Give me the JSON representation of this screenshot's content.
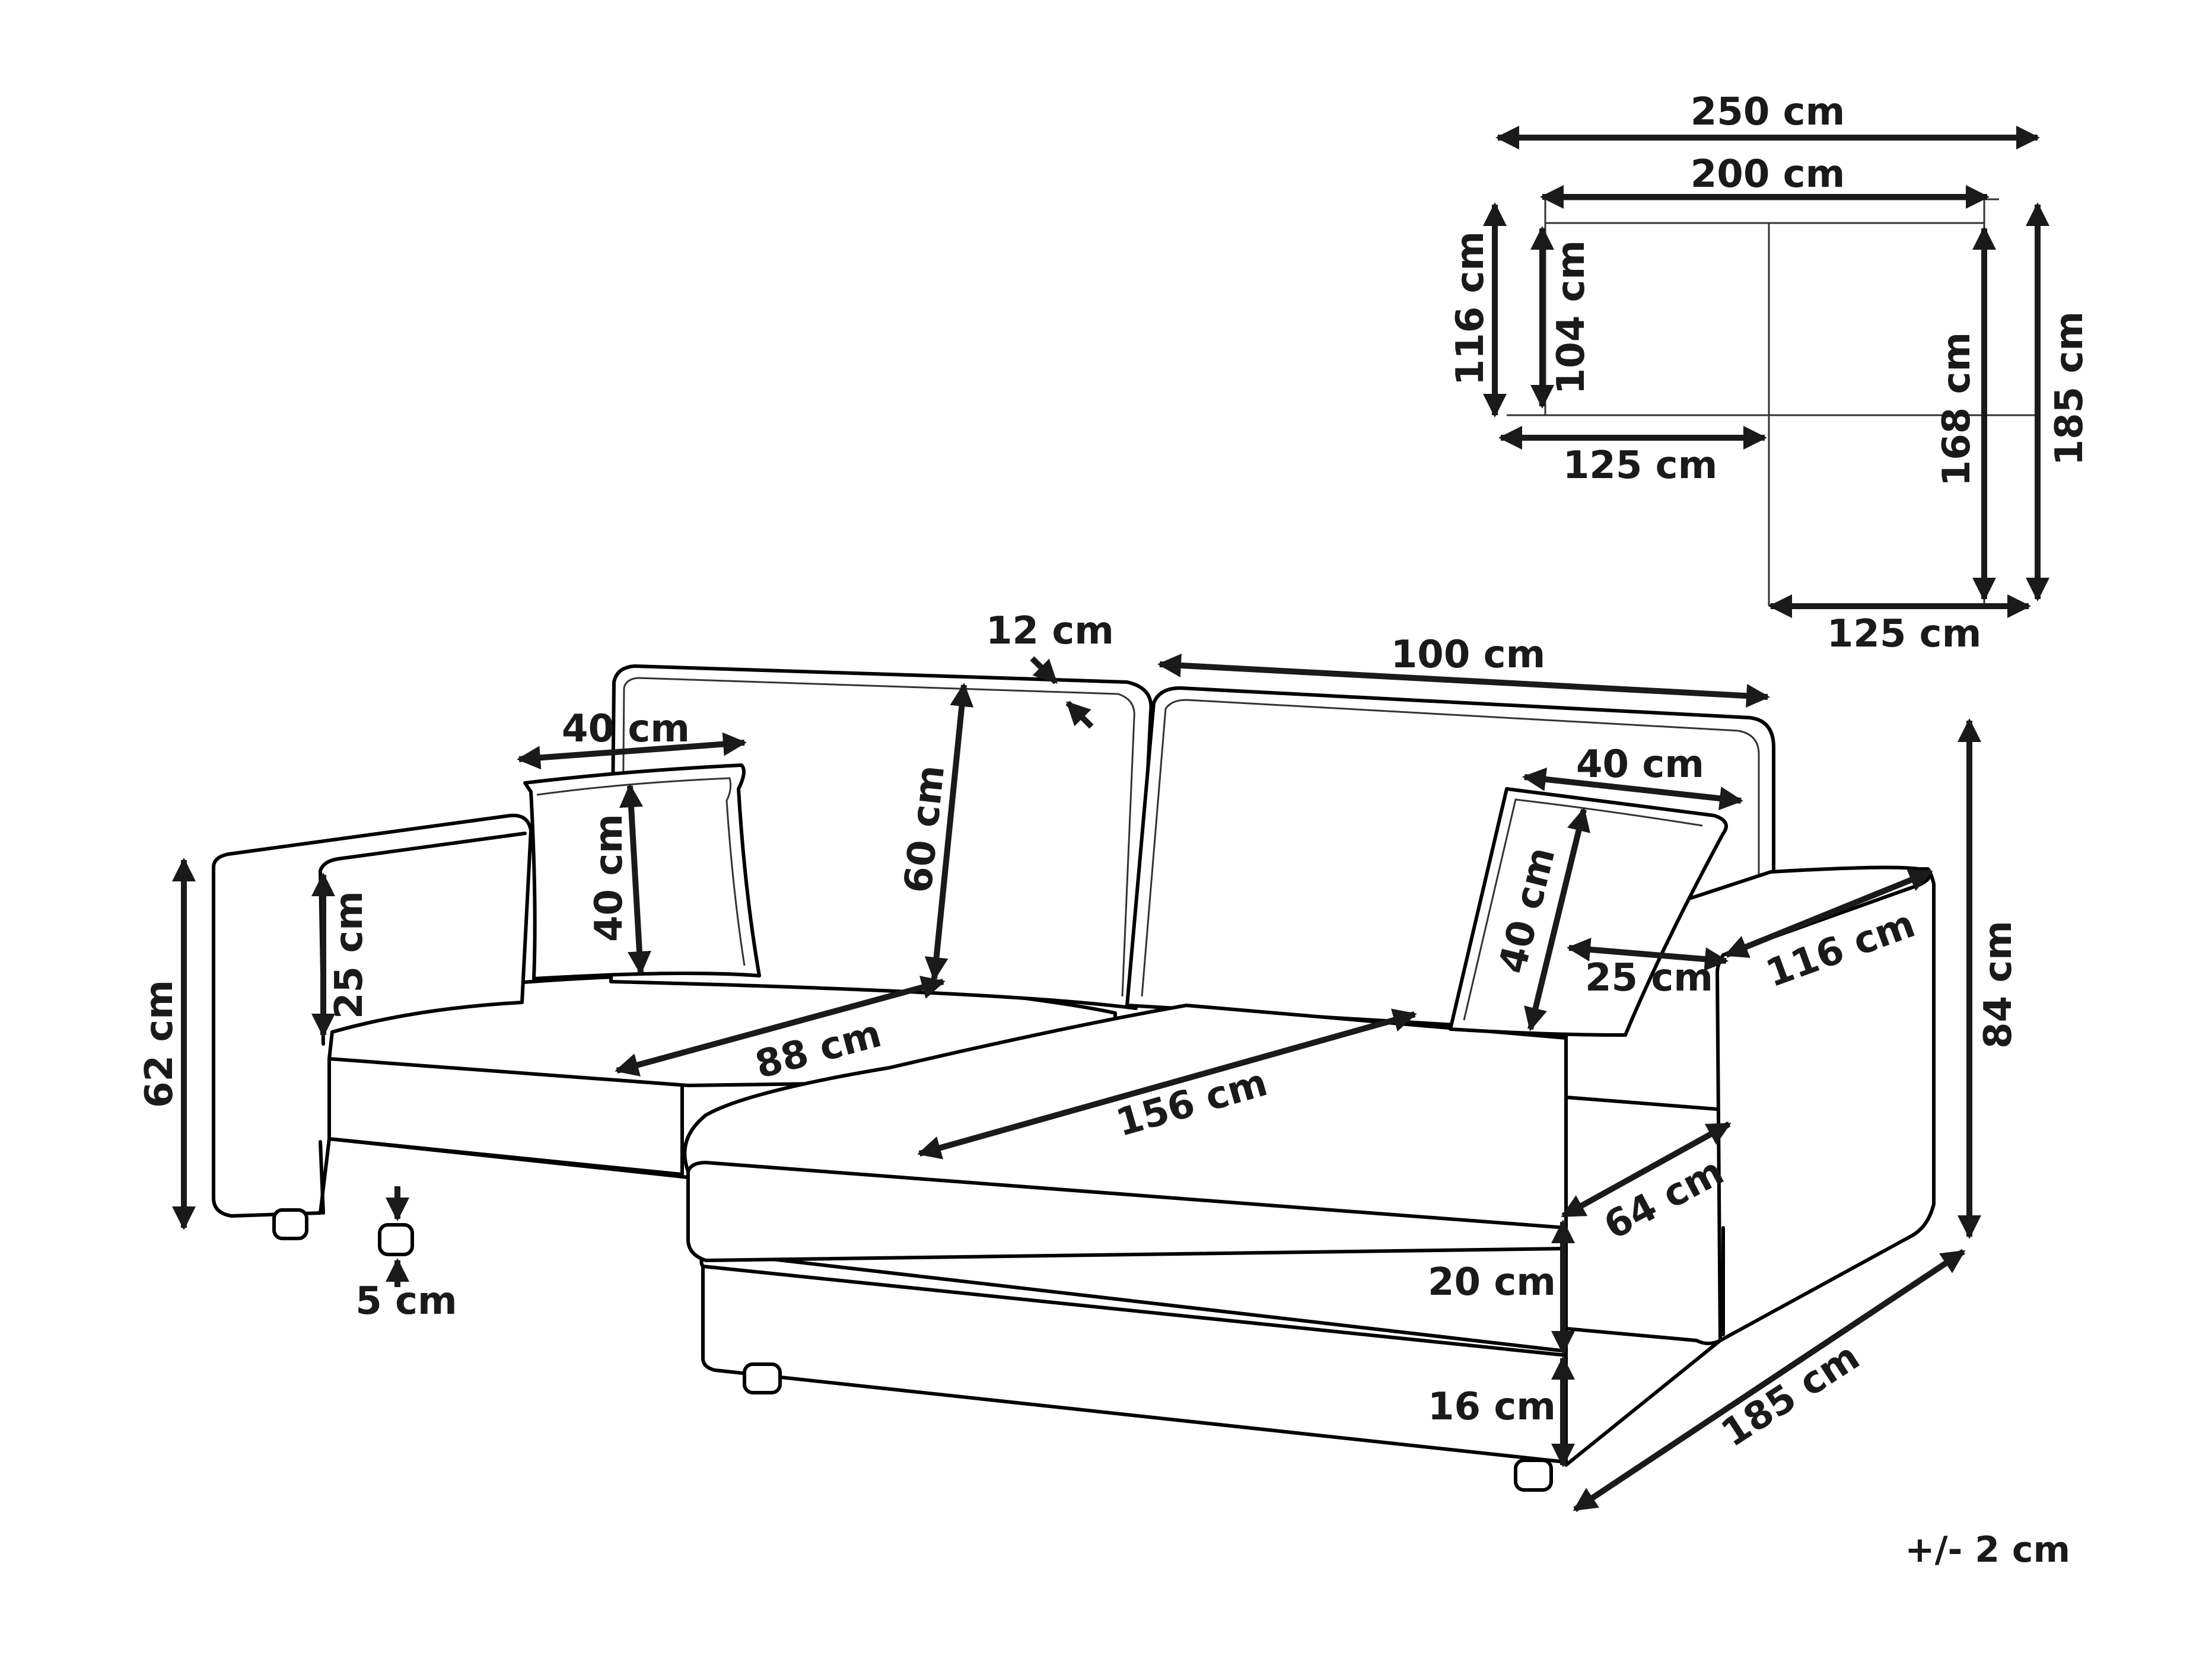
{
  "dimensions": {
    "top_view": {
      "total_width": "250 cm",
      "inner_width": "200 cm",
      "outer_depth": "116 cm",
      "inner_depth": "104 cm",
      "left_section": "125 cm",
      "chaise_inner_length": "168 cm",
      "chaise_outer_length": "185 cm",
      "chaise_width": "125 cm"
    },
    "side_view": {
      "backrest_thickness": "12 cm",
      "backrest_width": "100 cm",
      "pillow_width_left": "40 cm",
      "pillow_height_left": "40 cm",
      "pillow_width_right": "40 cm",
      "pillow_height_right": "40 cm",
      "backrest_height": "60 cm",
      "armrest_height": "25 cm",
      "total_height_left": "62 cm",
      "seat_depth": "88 cm",
      "chaise_seat_length": "156 cm",
      "armrest_height_right": "25 cm",
      "armrest_length": "116 cm",
      "total_height": "84 cm",
      "chaise_seat_width": "64 cm",
      "cushion_height": "20 cm",
      "base_height": "16 cm",
      "chaise_length": "185 cm",
      "leg_height": "5 cm"
    },
    "tolerance": "+/- 2 cm"
  }
}
